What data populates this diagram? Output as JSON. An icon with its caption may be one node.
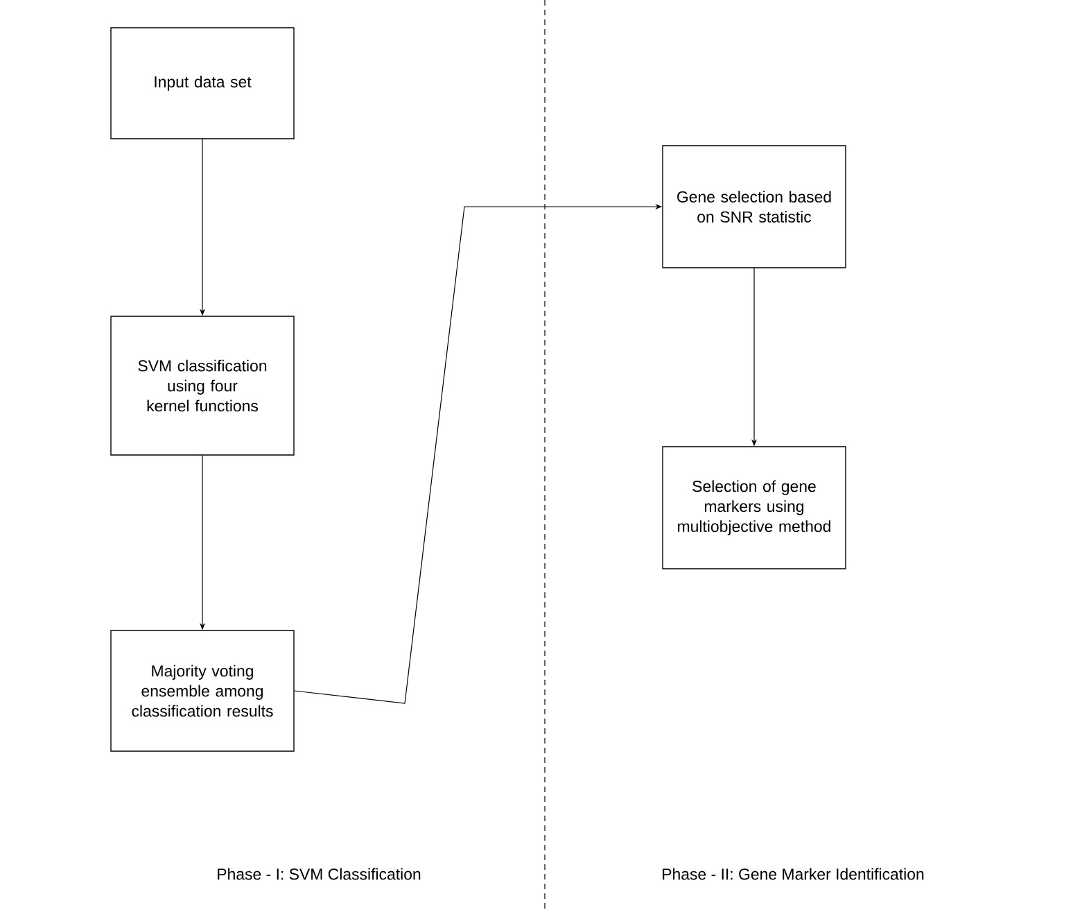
{
  "diagram": {
    "nodes": [
      {
        "text": [
          "Input data set"
        ]
      },
      {
        "text": [
          "SVM classification using four kernel functions"
        ]
      },
      {
        "text": [
          "Majority voting ensemble among classification results"
        ]
      },
      {
        "text": [
          "Gene selection based on SNR statistic"
        ]
      },
      {
        "text": [
          "Selection of gene markers using multiobjective method"
        ]
      }
    ],
    "edges": [
      {
        "from": 0,
        "to": 1,
        "arrow": "to"
      },
      {
        "from": 1,
        "to": 2,
        "arrow": "to"
      },
      {
        "from": 2,
        "to": 3,
        "arrow": "to"
      },
      {
        "from": 3,
        "to": 4,
        "arrow": "to"
      }
    ],
    "labels": [
      "Phase - I: SVM Classification",
      "Phase - II: Gene Marker Identification"
    ]
  }
}
